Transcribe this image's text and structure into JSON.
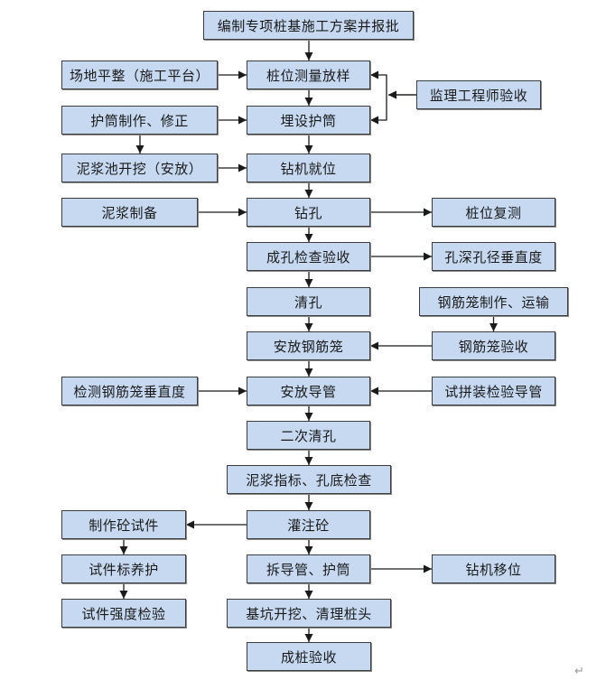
{
  "diagram": {
    "type": "flowchart",
    "colors": {
      "box_fill": "#c6d9f1",
      "box_border": "#3c3c3c",
      "edge": "#1a1a1a"
    },
    "nodes": [
      {
        "id": "n1",
        "label": "编制专项桩基施工方案并报批"
      },
      {
        "id": "n2",
        "label": "场地平整（施工平台）"
      },
      {
        "id": "n3",
        "label": "桩位测量放样"
      },
      {
        "id": "n4",
        "label": "监理工程师验收"
      },
      {
        "id": "n5",
        "label": "护筒制作、修正"
      },
      {
        "id": "n6",
        "label": "埋设护筒"
      },
      {
        "id": "n7",
        "label": "泥浆池开挖（安放）"
      },
      {
        "id": "n8",
        "label": "钻机就位"
      },
      {
        "id": "n9",
        "label": "泥浆制备"
      },
      {
        "id": "n10",
        "label": "钻孔"
      },
      {
        "id": "n11",
        "label": "桩位复测"
      },
      {
        "id": "n12",
        "label": "成孔检查验收"
      },
      {
        "id": "n13",
        "label": "孔深孔径垂直度"
      },
      {
        "id": "n14",
        "label": "清孔"
      },
      {
        "id": "n15",
        "label": "钢筋笼制作、运输"
      },
      {
        "id": "n16",
        "label": "安放钢筋笼"
      },
      {
        "id": "n17",
        "label": "钢筋笼验收"
      },
      {
        "id": "n18",
        "label": "检测钢筋笼垂直度"
      },
      {
        "id": "n19",
        "label": "安放导管"
      },
      {
        "id": "n20",
        "label": "试拼装检验导管"
      },
      {
        "id": "n21",
        "label": "二次清孔"
      },
      {
        "id": "n22",
        "label": "泥浆指标、孔底检查"
      },
      {
        "id": "n23",
        "label": "制作砼试件"
      },
      {
        "id": "n24",
        "label": "灌注砼"
      },
      {
        "id": "n25",
        "label": "试件标养护"
      },
      {
        "id": "n26",
        "label": "拆导管、护筒"
      },
      {
        "id": "n27",
        "label": "钻机移位"
      },
      {
        "id": "n28",
        "label": "试件强度检验"
      },
      {
        "id": "n29",
        "label": "基坑开挖、清理桩头"
      },
      {
        "id": "n30",
        "label": "成桩验收"
      }
    ],
    "edges": [
      {
        "from": "n1",
        "to": "n3"
      },
      {
        "from": "n2",
        "to": "n3"
      },
      {
        "from": "n4",
        "to": "n3"
      },
      {
        "from": "n4",
        "to": "n6"
      },
      {
        "from": "n3",
        "to": "n6"
      },
      {
        "from": "n5",
        "to": "n6"
      },
      {
        "from": "n5",
        "to": "n7"
      },
      {
        "from": "n6",
        "to": "n8"
      },
      {
        "from": "n7",
        "to": "n8"
      },
      {
        "from": "n8",
        "to": "n10"
      },
      {
        "from": "n9",
        "to": "n10"
      },
      {
        "from": "n10",
        "to": "n11"
      },
      {
        "from": "n10",
        "to": "n12"
      },
      {
        "from": "n12",
        "to": "n13"
      },
      {
        "from": "n12",
        "to": "n14"
      },
      {
        "from": "n14",
        "to": "n16"
      },
      {
        "from": "n15",
        "to": "n17"
      },
      {
        "from": "n17",
        "to": "n16"
      },
      {
        "from": "n16",
        "to": "n19"
      },
      {
        "from": "n18",
        "to": "n19"
      },
      {
        "from": "n20",
        "to": "n19"
      },
      {
        "from": "n19",
        "to": "n21"
      },
      {
        "from": "n21",
        "to": "n22"
      },
      {
        "from": "n22",
        "to": "n24"
      },
      {
        "from": "n24",
        "to": "n23"
      },
      {
        "from": "n23",
        "to": "n25"
      },
      {
        "from": "n25",
        "to": "n28"
      },
      {
        "from": "n24",
        "to": "n26"
      },
      {
        "from": "n26",
        "to": "n27"
      },
      {
        "from": "n26",
        "to": "n29"
      },
      {
        "from": "n29",
        "to": "n30"
      }
    ]
  },
  "page": {
    "paragraph_mark": "↵"
  }
}
